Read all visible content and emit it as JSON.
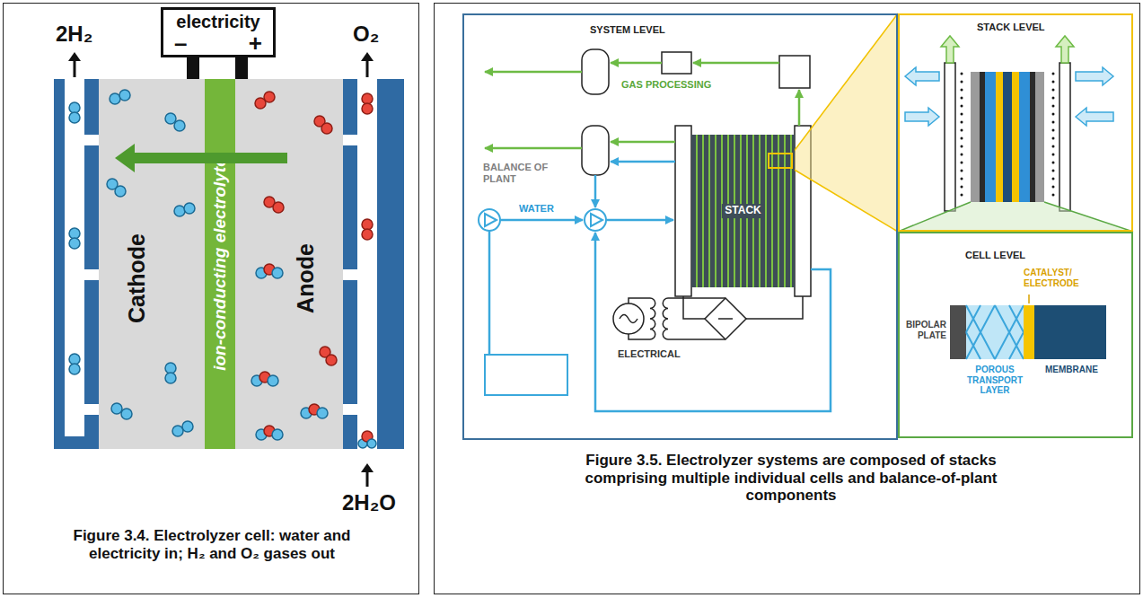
{
  "diagram": {
    "nodes": [
      {
        "text": [
          "Figure 3.4. Electrolyzer cell: water and electricity in; H₂ and O₂ gases out"
        ]
      },
      {
        "text": [
          "electricity",
          "–",
          "+"
        ],
        "in": 0
      },
      {
        "text": [
          "ion-conducting electrolyte"
        ],
        "in": 0
      },
      {
        "text": [
          "Figure 3.5. Electrolyzer systems are composed of stacks comprising multiple individual cells and balance-of-plant components"
        ]
      },
      {
        "text": [
          "SYSTEM LEVEL"
        ],
        "in": 3
      },
      {
        "text": [
          "STACK"
        ],
        "in": 4
      },
      {
        "text": [
          "STACK LEVEL"
        ],
        "in": 3
      },
      {
        "text": [
          "CELL LEVEL"
        ],
        "in": 3
      }
    ],
    "edges": [
      {
        "from": 5,
        "to": 6,
        "arrow": "none"
      },
      {
        "from": 6,
        "to": 7,
        "arrow": "none"
      }
    ],
    "labels": [
      "2H₂",
      "O₂",
      "Cathode",
      "Anode",
      "2H₂O",
      "GAS PROCESSING",
      "BALANCE OF PLANT",
      "WATER",
      "ELECTRICAL",
      "CATALYST/ ELECTRODE",
      "BIPOLAR PLATE",
      "POROUS TRANSPORT LAYER",
      "MEMBRANE"
    ]
  }
}
